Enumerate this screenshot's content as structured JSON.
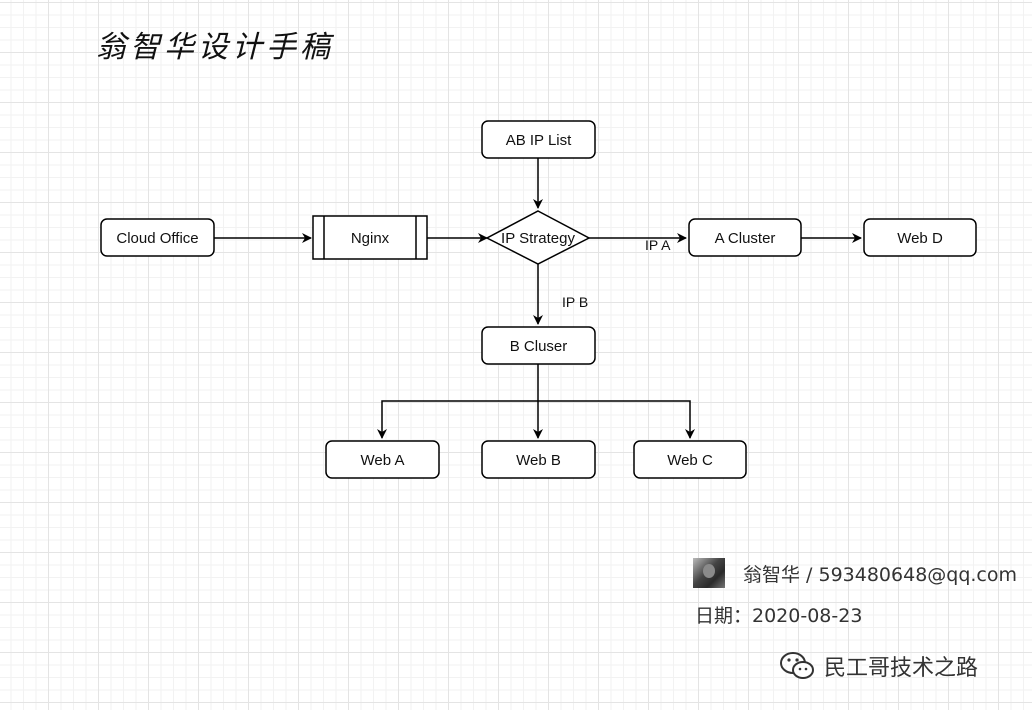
{
  "title": "翁智华设计手稿",
  "nodes": {
    "ab_ip_list": "AB IP List",
    "cloud_office": "Cloud Office",
    "nginx": "Nginx",
    "ip_strategy": "IP Strategy",
    "a_cluster": "A Cluster",
    "web_d": "Web D",
    "b_cluser": "B Cluser",
    "web_a": "Web A",
    "web_b": "Web B",
    "web_c": "Web C"
  },
  "edge_labels": {
    "ip_a": "IP A",
    "ip_b": "IP B"
  },
  "footer": {
    "author": "翁智华 / 593480648@qq.com",
    "date": "日期：2020-08-23"
  },
  "watermark": "民工哥技术之路"
}
